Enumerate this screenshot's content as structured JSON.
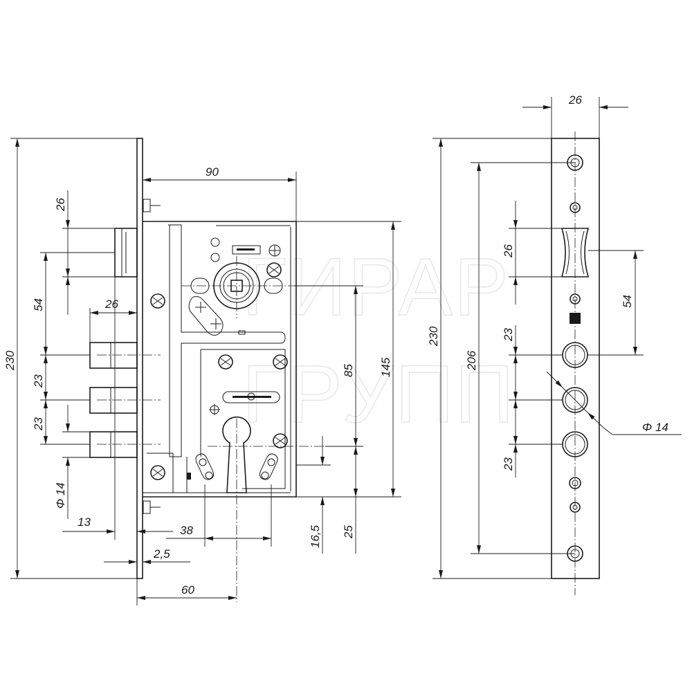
{
  "watermark": {
    "line1": "ГИРАР",
    "line2": "ГРУПП"
  },
  "front_view": {
    "dims": {
      "total_height": "230",
      "case_width": "90",
      "case_height": "145",
      "spindle_to_cylinder": "85",
      "cylinder_to_bottom": "25",
      "cylinder_offset": "16,5",
      "latch_height": "26",
      "latch_to_bolt": "54",
      "bolt_width": "26",
      "bolt_pitch_1": "23",
      "bolt_pitch_2": "23",
      "bolt_diameter": "Φ 14",
      "bolt_throw": "13",
      "hole_spacing": "38",
      "plate_thickness": "2,5",
      "backset": "60"
    }
  },
  "side_view": {
    "dims": {
      "plate_width": "26",
      "total_height": "230",
      "screw_pitch": "206",
      "latch_height": "26",
      "latch_to_bolt": "54",
      "bolt_pitch_1": "23",
      "bolt_pitch_2": "23",
      "bolt_diameter": "Φ 14"
    }
  }
}
